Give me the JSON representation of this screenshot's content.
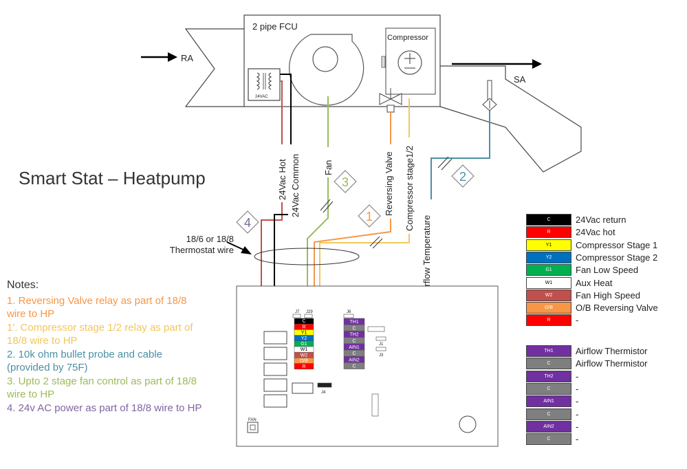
{
  "title": "Smart Stat – Heatpump",
  "unit": {
    "name": "2 pipe FCU",
    "compressor": "Compressor",
    "transformer": "24VAC",
    "return_air": "RA",
    "supply_air": "SA"
  },
  "wire_labels": {
    "hot": "24Vac Hot",
    "common": "24Vac Common",
    "fan": "Fan",
    "reversing": "Reversing Valve",
    "compressor": "Compressor stage1/2",
    "airflow": "Airflow Temperature"
  },
  "callouts": [
    "4",
    "3",
    "1",
    "2"
  ],
  "thermostat_wire": [
    "18/6 or 18/8",
    "Thermostat wire"
  ],
  "board": {
    "header_labels": [
      "J7",
      "J29",
      "J6",
      "J1",
      "J3",
      "J4"
    ],
    "fan_button": "FAN",
    "left_terminals": [
      {
        "label": "C",
        "bg": "#000000",
        "fg": "#ffffff"
      },
      {
        "label": "R",
        "bg": "#ff0000",
        "fg": "#ffffff"
      },
      {
        "label": "Y1",
        "bg": "#ffff00",
        "fg": "#000000"
      },
      {
        "label": "Y2",
        "bg": "#0070c0",
        "fg": "#ffffff"
      },
      {
        "label": "G1",
        "bg": "#00b050",
        "fg": "#ffffff"
      },
      {
        "label": "W1",
        "bg": "#ffffff",
        "fg": "#000000"
      },
      {
        "label": "W2",
        "bg": "#c0504d",
        "fg": "#ffffff"
      },
      {
        "label": "O/B",
        "bg": "#f79646",
        "fg": "#ffffff"
      },
      {
        "label": "R",
        "bg": "#ff0000",
        "fg": "#ffffff"
      }
    ],
    "right_terminals": [
      {
        "label": "TH1",
        "bg": "#7030a0",
        "fg": "#ffffff"
      },
      {
        "label": "C",
        "bg": "#7f7f7f",
        "fg": "#ffffff"
      },
      {
        "label": "TH2",
        "bg": "#7030a0",
        "fg": "#ffffff"
      },
      {
        "label": "C",
        "bg": "#7f7f7f",
        "fg": "#ffffff"
      },
      {
        "label": "AIN1",
        "bg": "#7030a0",
        "fg": "#ffffff"
      },
      {
        "label": "C",
        "bg": "#7f7f7f",
        "fg": "#ffffff"
      },
      {
        "label": "AIN2",
        "bg": "#7030a0",
        "fg": "#ffffff"
      },
      {
        "label": "C",
        "bg": "#7f7f7f",
        "fg": "#ffffff"
      }
    ]
  },
  "notes": {
    "heading": "Notes:",
    "items": [
      {
        "text": "1. Reversing Valve relay as part of 18/8 wire to HP",
        "color": "#f79646"
      },
      {
        "text": "1'. Compressor stage 1/2 relay as part of 18/8 wire to HP",
        "color": "#f2c75c"
      },
      {
        "text": "2. 10k ohm bullet probe and cable (provided by 75F)",
        "color": "#4a90a4"
      },
      {
        "text": "3. Upto 2 stage fan control as part of 18/8 wire to HP",
        "color": "#9bbb59"
      },
      {
        "text": "4. 24v AC power as part of 18/8 wire to HP",
        "color": "#8064a2"
      }
    ]
  },
  "legend_wires": [
    {
      "code": "C",
      "desc": "24Vac return",
      "bg": "#000000",
      "fg": "#ffffff"
    },
    {
      "code": "R",
      "desc": "24Vac hot",
      "bg": "#ff0000",
      "fg": "#ffffff"
    },
    {
      "code": "Y1",
      "desc": "Compressor Stage 1",
      "bg": "#ffff00",
      "fg": "#000000"
    },
    {
      "code": "Y2",
      "desc": "Compressor Stage 2",
      "bg": "#0070c0",
      "fg": "#ffffff"
    },
    {
      "code": "G1",
      "desc": "Fan Low Speed",
      "bg": "#00b050",
      "fg": "#ffffff"
    },
    {
      "code": "W1",
      "desc": "Aux Heat",
      "bg": "#ffffff",
      "fg": "#000000"
    },
    {
      "code": "W2",
      "desc": "Fan High Speed",
      "bg": "#c0504d",
      "fg": "#ffffff"
    },
    {
      "code": "O/B",
      "desc": "O/B Reversing Valve",
      "bg": "#f79646",
      "fg": "#ffffff"
    },
    {
      "code": "R",
      "desc": "-",
      "bg": "#ff0000",
      "fg": "#ffffff"
    }
  ],
  "legend_sensors": [
    {
      "code": "TH1",
      "desc": "Airflow Thermistor",
      "bg": "#7030a0",
      "fg": "#ffffff"
    },
    {
      "code": "C",
      "desc": "Airflow Thermistor",
      "bg": "#7f7f7f",
      "fg": "#ffffff"
    },
    {
      "code": "TH2",
      "desc": "-",
      "bg": "#7030a0",
      "fg": "#ffffff"
    },
    {
      "code": "C",
      "desc": "-",
      "bg": "#7f7f7f",
      "fg": "#ffffff"
    },
    {
      "code": "AIN1",
      "desc": "-",
      "bg": "#7030a0",
      "fg": "#ffffff"
    },
    {
      "code": "C",
      "desc": "-",
      "bg": "#7f7f7f",
      "fg": "#ffffff"
    },
    {
      "code": "AIN2",
      "desc": "-",
      "bg": "#7030a0",
      "fg": "#ffffff"
    },
    {
      "code": "C",
      "desc": "-",
      "bg": "#7f7f7f",
      "fg": "#ffffff"
    }
  ],
  "colors": {
    "hot": "#c0504d",
    "common": "#000000",
    "fan": "#9bbb59",
    "reversing": "#f79646",
    "compressor": "#f2c75c",
    "airflow": "#4a90a4",
    "power_note": "#8064a2"
  }
}
